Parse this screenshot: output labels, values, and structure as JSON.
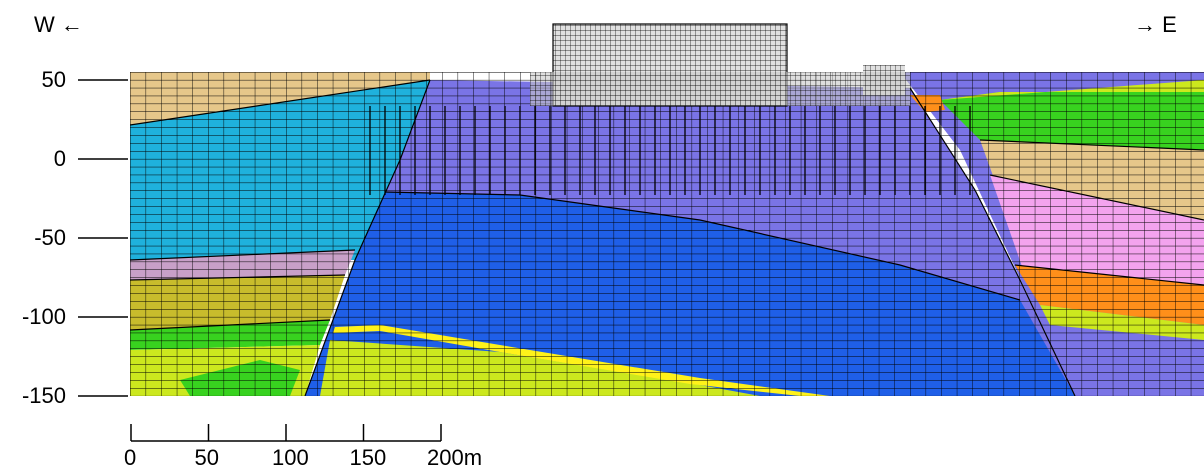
{
  "directions": {
    "west": "W ←",
    "east": "→ E"
  },
  "elevation_axis": {
    "ticks": [
      50,
      0,
      -50,
      -100,
      -150
    ],
    "tick_labels": [
      "50",
      "0",
      "-50",
      "-100",
      "-150"
    ]
  },
  "scale_bar": {
    "ticks": [
      "0",
      "50",
      "100",
      "150",
      "200m"
    ]
  },
  "colors": {
    "sky": "#ffffff",
    "cyan_layer": "#1fb1dc",
    "blue_layer": "#1f5fe8",
    "violet_layer": "#7a74e6",
    "pink_layer": "#f3a3ee",
    "orange_layer": "#ff8f1a",
    "green_layer": "#38d21f",
    "lime_layer": "#cce81e",
    "yellow_band": "#fff21a",
    "olive_layer": "#c8bc2c",
    "tan_layer": "#e6c78a",
    "mauve_layer": "#c8a0c8",
    "structure": "#e0e0e0",
    "mesh": "#000000"
  }
}
